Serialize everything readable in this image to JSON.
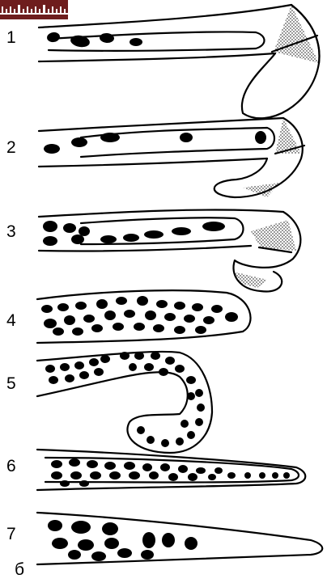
{
  "figure": {
    "rows": [
      {
        "label": "1"
      },
      {
        "label": "2"
      },
      {
        "label": "3"
      },
      {
        "label": "4"
      },
      {
        "label": "5"
      },
      {
        "label": "6"
      },
      {
        "label": "7"
      }
    ],
    "caption": "б",
    "colors": {
      "ink": "#000000",
      "background": "#ffffff",
      "ruler": "#6e1d1d",
      "ruler_marks": "#ffffff"
    }
  }
}
